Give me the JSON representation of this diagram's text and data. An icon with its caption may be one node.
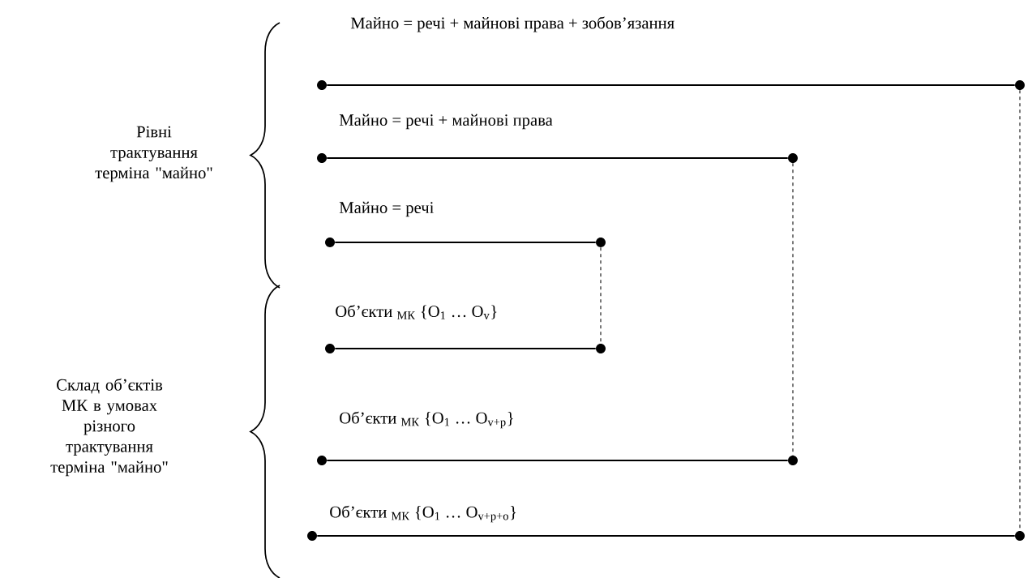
{
  "diagram": {
    "nodes": [
      {
        "text": [],
        "shape": "circle"
      },
      {
        "text": [],
        "shape": "circle"
      },
      {
        "text": [],
        "shape": "circle"
      },
      {
        "text": [],
        "shape": "circle"
      },
      {
        "text": [],
        "shape": "circle"
      },
      {
        "text": [],
        "shape": "circle"
      },
      {
        "text": [],
        "shape": "circle"
      },
      {
        "text": [],
        "shape": "circle"
      },
      {
        "text": [],
        "shape": "circle"
      },
      {
        "text": [],
        "shape": "circle"
      },
      {
        "text": [],
        "shape": "circle"
      },
      {
        "text": [],
        "shape": "circle"
      }
    ],
    "edges": [
      {
        "from": 0,
        "to": 1,
        "arrow": "none"
      },
      {
        "from": 2,
        "to": 3,
        "arrow": "none"
      },
      {
        "from": 4,
        "to": 5,
        "arrow": "none"
      },
      {
        "from": 6,
        "to": 7,
        "arrow": "none"
      },
      {
        "from": 8,
        "to": 9,
        "arrow": "none"
      },
      {
        "from": 10,
        "to": 11,
        "arrow": "none"
      },
      {
        "from": 1,
        "to": 11,
        "arrow": "none",
        "style": "dashed"
      },
      {
        "from": 3,
        "to": 9,
        "arrow": "none",
        "style": "dashed"
      },
      {
        "from": 5,
        "to": 7,
        "arrow": "none",
        "style": "dashed"
      }
    ],
    "labels": [
      "Майно = речі + майнові права + зобов’язання",
      "Рівні трактування терміна \"майно\"",
      "Майно = речі + майнові права",
      "Майно = речі",
      "Об’єкти $_{МК}$ {O$_{1}$ … O$_{v}$}",
      "Склад об’єктів МК в умовах різного трактування терміна \"майно\"",
      "Об’єкти $_{МК}$ {O$_{1}$ … O$_{v+p}$}",
      "Об’єкти $_{МК}$ {O$_{1}$ … O$_{v+p+o}$}"
    ]
  }
}
